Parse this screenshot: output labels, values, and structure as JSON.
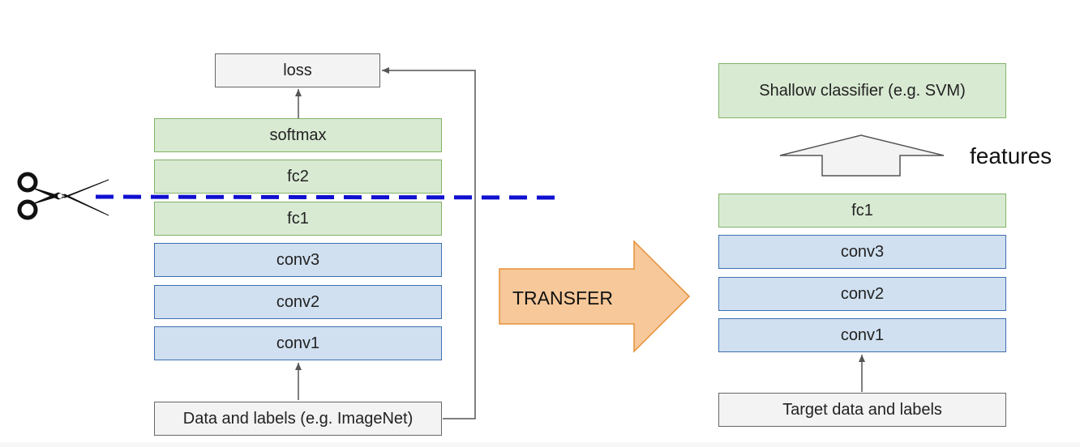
{
  "left_stack": {
    "loss": "loss",
    "softmax": "softmax",
    "fc2": "fc2",
    "fc1": "fc1",
    "conv3": "conv3",
    "conv2": "conv2",
    "conv1": "conv1",
    "data": "Data and labels (e.g. ImageNet)"
  },
  "transfer_label": "TRANSFER",
  "right_stack": {
    "classifier": "Shallow classifier (e.g. SVM)",
    "features": "features",
    "fc1": "fc1",
    "conv3": "conv3",
    "conv2": "conv2",
    "conv1": "conv1",
    "data": "Target data and labels"
  },
  "icons": {
    "cut": "scissors-icon"
  },
  "colors": {
    "fc_fill": "#d9ead3",
    "fc_border": "#82b366",
    "conv_fill": "#d0e0f0",
    "conv_border": "#3d6fb0",
    "io_fill": "#f3f3f3",
    "io_border": "#666666",
    "transfer_fill": "#f6c89a",
    "transfer_border": "#e69138",
    "cut_line": "#1010d0"
  }
}
